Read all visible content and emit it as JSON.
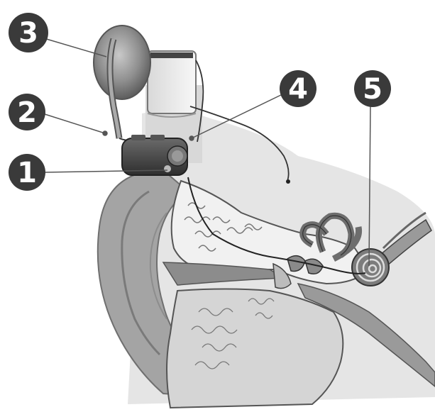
{
  "callouts": [
    {
      "id": "1",
      "label": "1"
    },
    {
      "id": "2",
      "label": "2"
    },
    {
      "id": "3",
      "label": "3"
    },
    {
      "id": "4",
      "label": "4"
    },
    {
      "id": "5",
      "label": "5"
    }
  ],
  "colors": {
    "callout_fill": "#3a3a3a",
    "callout_text": "#ffffff",
    "background": "#ffffff",
    "skin": "#a6a6a6",
    "skin_dark": "#8a8a8a",
    "head_shadow": "#c8c8c8",
    "bone": "#f2f2f2",
    "bone_edge": "#555555",
    "device": "#4a4a4a",
    "wire": "#333333"
  }
}
